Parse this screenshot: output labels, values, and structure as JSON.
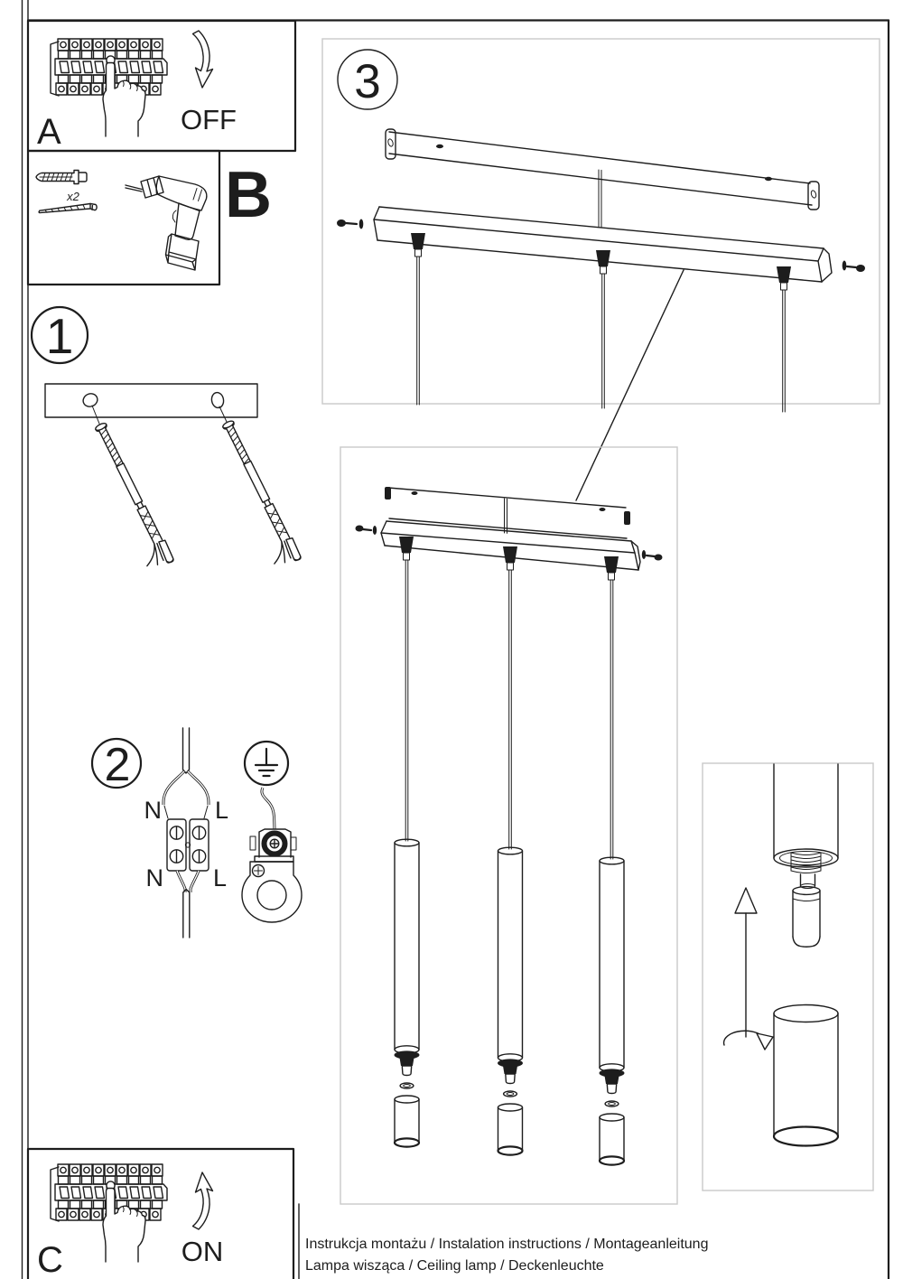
{
  "document_type": "installation instruction sheet",
  "colors": {
    "line": "#1d1d1d",
    "step_box_border": "#c9c9c9",
    "background": "#ffffff"
  },
  "panels": {
    "a": {
      "label": "A",
      "state": "OFF"
    },
    "b": {
      "label": "B",
      "quantity": "x2"
    },
    "c": {
      "label": "C",
      "state": "ON"
    }
  },
  "steps": {
    "s1": {
      "number": "1"
    },
    "s2": {
      "number": "2",
      "terminal_top_left": "N",
      "terminal_top_right": "L",
      "terminal_bottom_left": "N",
      "terminal_bottom_right": "L"
    },
    "s3": {
      "number": "3"
    }
  },
  "footer": {
    "line1": "Instrukcja montażu / Instalation instructions / Montageanleitung",
    "line2": "Lampa wisząca / Ceiling lamp / Deckenleuchte"
  },
  "icons": [
    "circuit-breaker-icon",
    "pointing-hand-icon",
    "curved-arrow-off-icon",
    "curved-arrow-on-icon",
    "wall-plug-icon",
    "screw-icon",
    "drill-icon",
    "mounting-rail-icon",
    "anchor-screw-icon",
    "ceiling-bracket-icon",
    "canopy-icon",
    "cord-grip-icon",
    "pendant-tube-icon",
    "lamp-shade-icon",
    "terminal-block-icon",
    "earth-symbol-icon",
    "earth-clamp-icon",
    "bulb-icon",
    "lift-arrow-icon",
    "rotate-arrow-icon",
    "callout-line"
  ]
}
